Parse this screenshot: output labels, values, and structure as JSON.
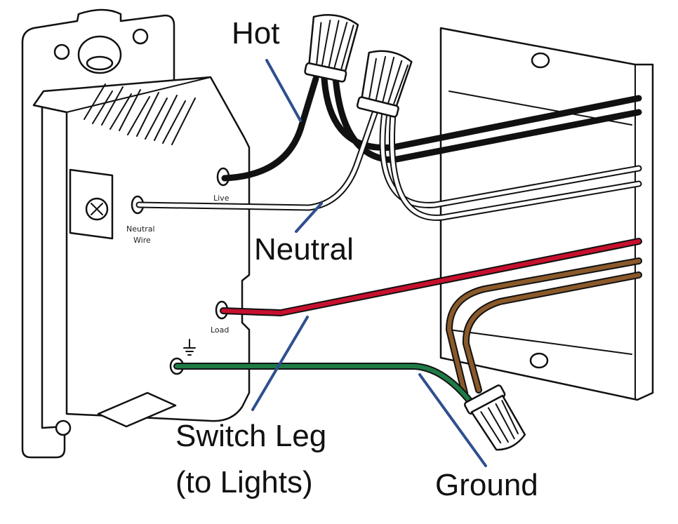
{
  "labels": {
    "hot": "Hot",
    "neutral": "Neutral",
    "switch_leg_line1": "Switch Leg",
    "switch_leg_line2": "(to Lights)",
    "ground": "Ground"
  },
  "terminals": {
    "live": "Live",
    "neutral_line1": "Neutral",
    "neutral_line2": "Wire",
    "load": "Load"
  },
  "colors": {
    "hot_wire": "#111111",
    "neutral_wire": "#ffffff",
    "load_wire": "#c8102e",
    "ground_wire": "#1e7b45",
    "bare_wire": "#8b5a2b",
    "leader_line": "#2f4f8f"
  }
}
